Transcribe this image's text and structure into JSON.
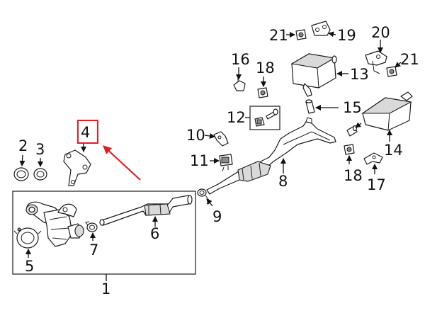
{
  "colors": {
    "ink": "#111111",
    "highlight": "#e02020",
    "part_fill": "#ffffff",
    "part_shade": "#d9d9d9"
  },
  "highlight": {
    "callout": "4"
  },
  "callouts": {
    "c1": "1",
    "c2": "2",
    "c3": "3",
    "c4": "4",
    "c5": "5",
    "c6": "6",
    "c7": "7",
    "c8": "8",
    "c9": "9",
    "c10": "10",
    "c11": "11",
    "c12": "12",
    "c13": "13",
    "c14": "14",
    "c15": "15",
    "c16": "16",
    "c17": "17",
    "c18a": "18",
    "c18b": "18",
    "c19": "19",
    "c20": "20",
    "c21a": "21",
    "c21b": "21"
  }
}
